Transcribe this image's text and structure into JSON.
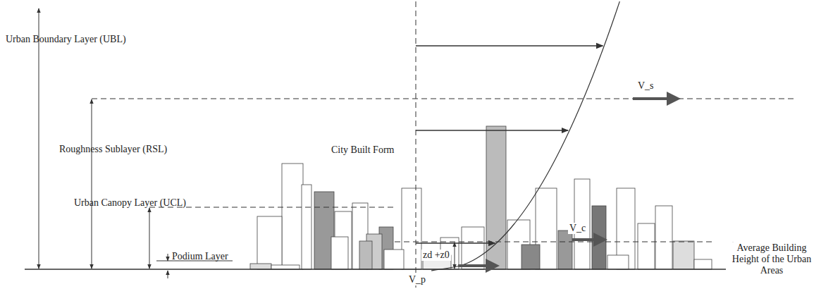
{
  "diagram": {
    "labels": [
      "Urban Boundary Layer (UBL)",
      "Roughness Sublayer (RSL)",
      "City Built Form",
      "V_s",
      "Urban Canopy Layer (UCL)",
      "V_c",
      "zd +z0",
      "Average Building Height of the Urban Areas",
      "Podium Layer",
      "V_p"
    ]
  }
}
